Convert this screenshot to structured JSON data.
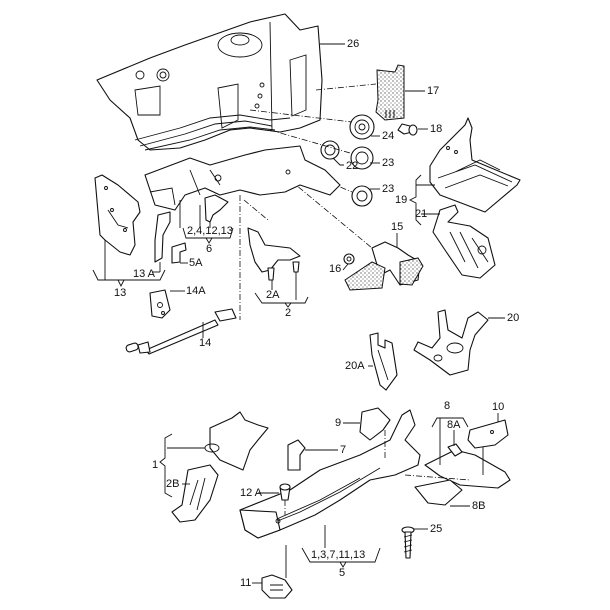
{
  "diagram": {
    "type": "exploded-parts-view",
    "ink_color": "#111111",
    "background": "#ffffff",
    "callouts": {
      "c26": "26",
      "c17": "17",
      "c18": "18",
      "c24": "24",
      "c22": "22",
      "c23a": "23",
      "c23b": "23",
      "c19": "19",
      "c21": "21",
      "c15": "15",
      "c16": "16",
      "c13": "13",
      "c13A": "13 A",
      "c5A": "5A",
      "c6_group": "2,4,12,13",
      "c6": "6",
      "c14A": "14A",
      "c14": "14",
      "c2A": "2A",
      "c2": "2",
      "c20": "20",
      "c20A": "20A",
      "c9": "9",
      "c7": "7",
      "c8": "8",
      "c8A": "8A",
      "c10": "10",
      "c8B": "8B",
      "c25": "25",
      "c1": "1",
      "c2B": "2B",
      "c12A": "12 A",
      "c5_group": "1,3,7,11,13",
      "c5": "5",
      "c11": "11"
    }
  }
}
